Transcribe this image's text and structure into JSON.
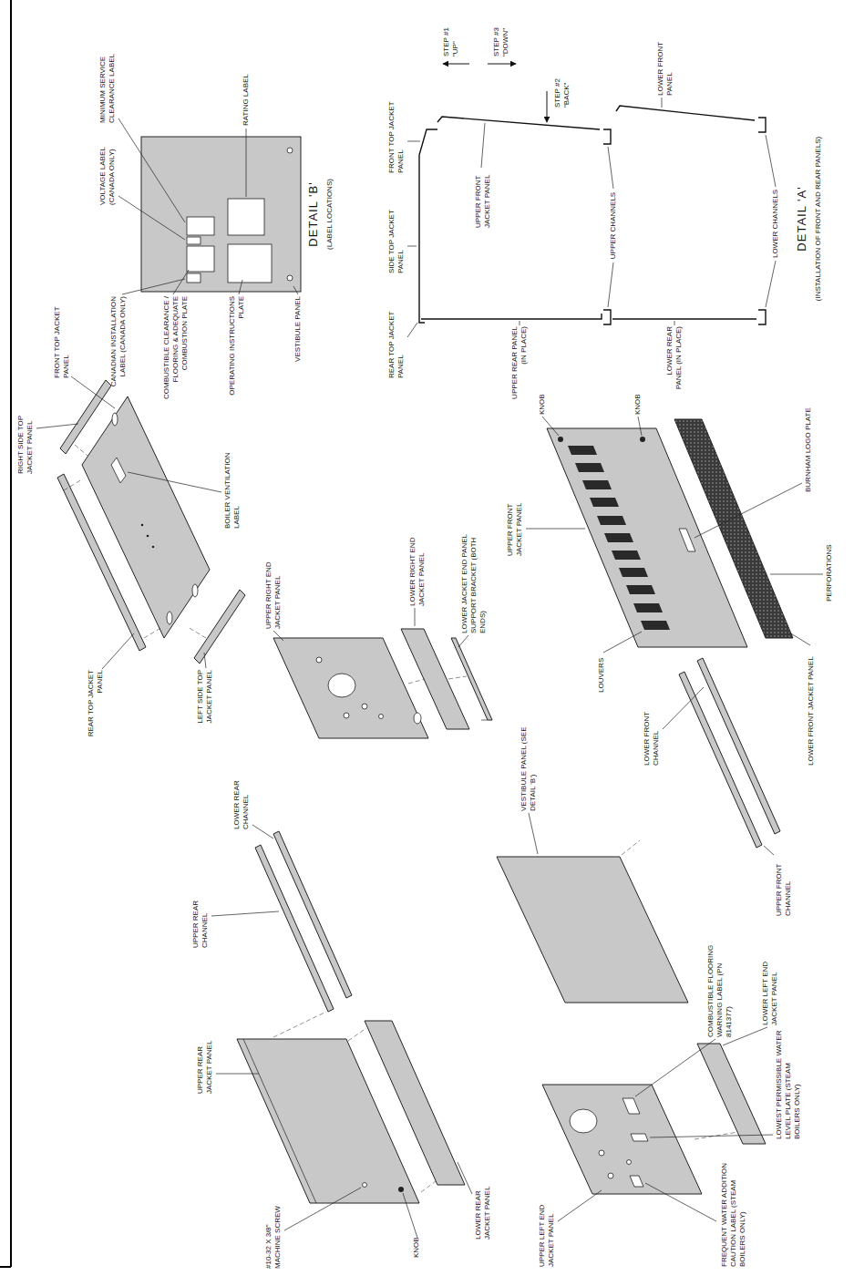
{
  "diagram": {
    "labels": [
      "REAR TOP JACKET PANEL",
      "RIGHT SIDE TOP JACKET PANEL",
      "FRONT TOP JACKET PANEL",
      "BOILER VENTILATION LABEL",
      "LEFT SIDE TOP JACKET PANEL",
      "UPPER REAR JACKET PANEL",
      "UPPER REAR CHANNEL",
      "LOWER REAR CHANNEL",
      "#10-32 X 3/8\" MACHINE SCREW",
      "KNOB",
      "LOWER REAR JACKET PANEL",
      "UPPER RIGHT END JACKET PANEL",
      "LOWER RIGHT END JACKET PANEL",
      "LOWER JACKET END PANEL SUPPORT BRACKET (BOTH ENDS)",
      "VESTIBULE PANEL (SEE DETAIL 'B')",
      "LOWER FRONT CHANNEL",
      "UPPER FRONT CHANNEL",
      "KNOB",
      "UPPER FRONT JACKET PANEL",
      "KNOB",
      "BURNHAM LOGO PLATE",
      "LOWER FRONT JACKET PANEL",
      "PERFORATIONS",
      "LOUVERS",
      "UPPER LEFT END JACKET PANEL",
      "FREQUENT WATER ADDITION CAUTION LABEL (STEAM BOILERS ONLY)",
      "LOWEST PERMISSIBLE WATER LEVEL PLATE (STEAM BOILERS ONLY)",
      "COMBUSTIBLE FLOORING WARNING LABEL (PN 8141377)",
      "LOWER LEFT END JACKET PANEL",
      "CANADIAN INSTALLATION LABEL (CANADA ONLY)",
      "COMBUSTIBLE CLEARANCE / FLOORING & ADEQUATE COMBUSTION PLATE",
      "OPERATING INSTRUCTIONS PLATE",
      "VESTIBULE PANEL",
      "VOLTAGE LABEL (CANADA ONLY)",
      "MINIMUM SERVICE CLEARANCE LABEL",
      "RATING LABEL",
      "DETAIL 'B'",
      "(LABEL LOCATIONS)",
      "STEP #1 \"UP\"",
      "STEP #2 \"BACK\"",
      "STEP #3 \"DOWN\"",
      "LOWER FRONT PANEL",
      "FRONT TOP JACKET PANEL",
      "SIDE TOP JACKET PANEL",
      "UPPER FRONT JACKET PANEL",
      "REAR TOP JACKET PANEL",
      "UPPER CHANNELS",
      "LOWER CHANNELS",
      "UPPER REAR PANEL (IN PLACE)",
      "LOWER REAR PANEL (IN PLACE)",
      "DETAIL 'A'",
      "(INSTALLATION OF FRONT AND REAR PANELS)"
    ]
  }
}
